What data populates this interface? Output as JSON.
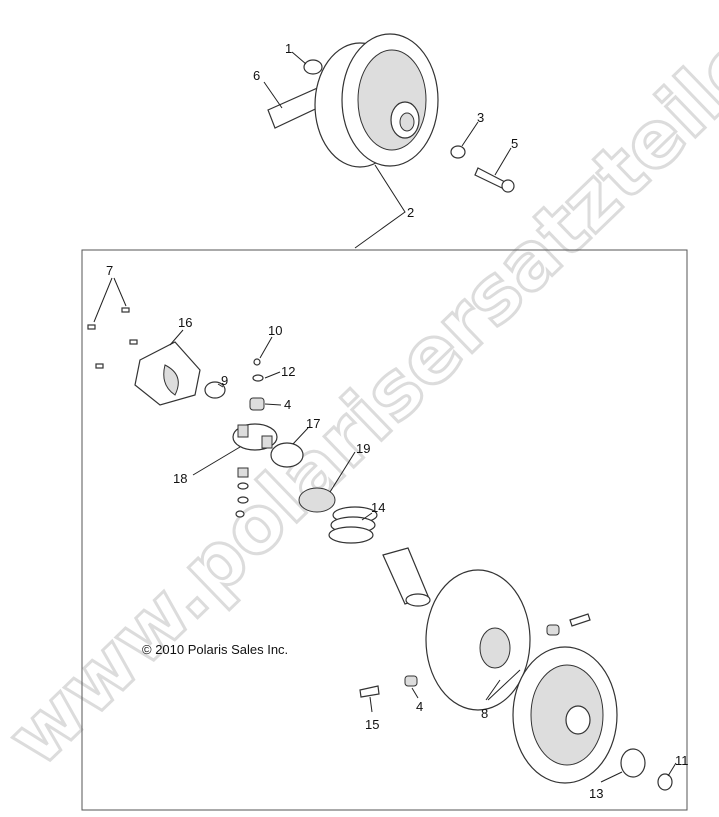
{
  "watermark": "www.polarisersatzteile.de",
  "copyright": "© 2010 Polaris Sales Inc.",
  "callouts": {
    "c1": "1",
    "c2": "2",
    "c3": "3",
    "c4a": "4",
    "c4b": "4",
    "c5": "5",
    "c6": "6",
    "c7": "7",
    "c8": "8",
    "c9": "9",
    "c10": "10",
    "c11": "11",
    "c12": "12",
    "c13": "13",
    "c14": "14",
    "c15": "15",
    "c16": "16",
    "c17": "17",
    "c18": "18",
    "c19": "19"
  }
}
